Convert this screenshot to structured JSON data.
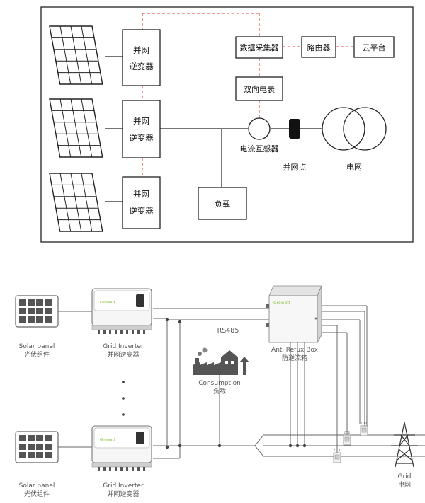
{
  "top": {
    "inverter_line1": "并网",
    "inverter_line2": "逆变器",
    "data_collector": "数据采集器",
    "router": "路由器",
    "cloud": "云平台",
    "meter": "双向电表",
    "ct": "电流互感器",
    "load": "负载",
    "grid_point": "并网点",
    "grid": "电网"
  },
  "bottom": {
    "solar_en": "Solar panel",
    "solar_cn": "光伏组件",
    "inverter_en": "Grid Inverter",
    "inverter_cn": "并网逆变器",
    "rs485": "RS485",
    "consumption_en": "Consumption",
    "consumption_cn": "负载",
    "box_en": "Anti Refux Box",
    "box_cn": "防逆流箱",
    "box_logo": "Growatt",
    "inverter_logo": "Growatt",
    "ct1": "CT1",
    "ct2": "CT2",
    "ct3": "CT3",
    "grid_en": "Grid",
    "grid_cn": "电网"
  },
  "colors": {
    "line": "#222222",
    "dashed_red": "#e0433c",
    "bottom_line": "#555555",
    "bottom_text": "#555555",
    "panel": "#555555",
    "growatt_green": "#8bbf3c"
  }
}
